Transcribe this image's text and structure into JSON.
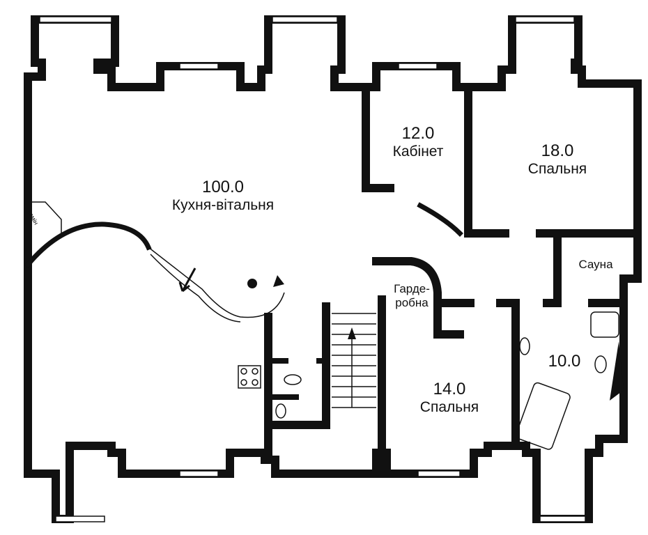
{
  "plan": {
    "rooms": [
      {
        "id": "living",
        "area": "100.0",
        "name": "Кухня-вітальня"
      },
      {
        "id": "office",
        "area": "12.0",
        "name": "Кабінет"
      },
      {
        "id": "bedroom1",
        "area": "18.0",
        "name": "Спальня"
      },
      {
        "id": "sauna",
        "name": "Сауна"
      },
      {
        "id": "wardrobe",
        "name_line1": "Гарде-",
        "name_line2": "робна"
      },
      {
        "id": "bedroom2",
        "area": "14.0",
        "name": "Спальня"
      },
      {
        "id": "bathroom",
        "area": "10.0"
      }
    ],
    "fireplace_label": "камін",
    "wall_color": "#111111"
  }
}
